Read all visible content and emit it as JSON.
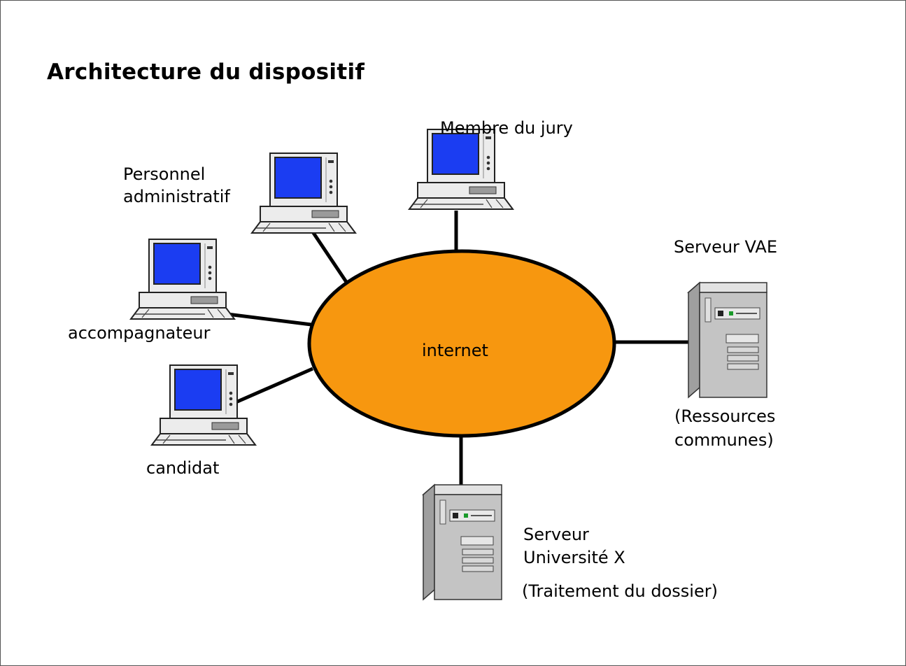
{
  "title": "Architecture du dispositif",
  "colors": {
    "cloud_fill": "#f7970f",
    "screen": "#1b3df2",
    "casing": "#ececec",
    "tower": "#c4c4c4",
    "line": "#000000"
  },
  "network": {
    "label": "internet"
  },
  "nodes": {
    "jury": {
      "label": "Membre du jury",
      "icon": "desktop-computer-icon"
    },
    "admin": {
      "line1": "Personnel",
      "line2": "administratif",
      "icon": "desktop-computer-icon"
    },
    "accomp": {
      "label": "accompagnateur",
      "icon": "desktop-computer-icon"
    },
    "candidat": {
      "label": "candidat",
      "icon": "desktop-computer-icon"
    },
    "vae": {
      "label": "Serveur VAE",
      "sub1": "(Ressources",
      "sub2": "communes)",
      "icon": "tower-server-icon"
    },
    "univ": {
      "line1": "Serveur",
      "line2": "Université X",
      "sub": "(Traitement du dossier)",
      "icon": "tower-server-icon"
    }
  }
}
